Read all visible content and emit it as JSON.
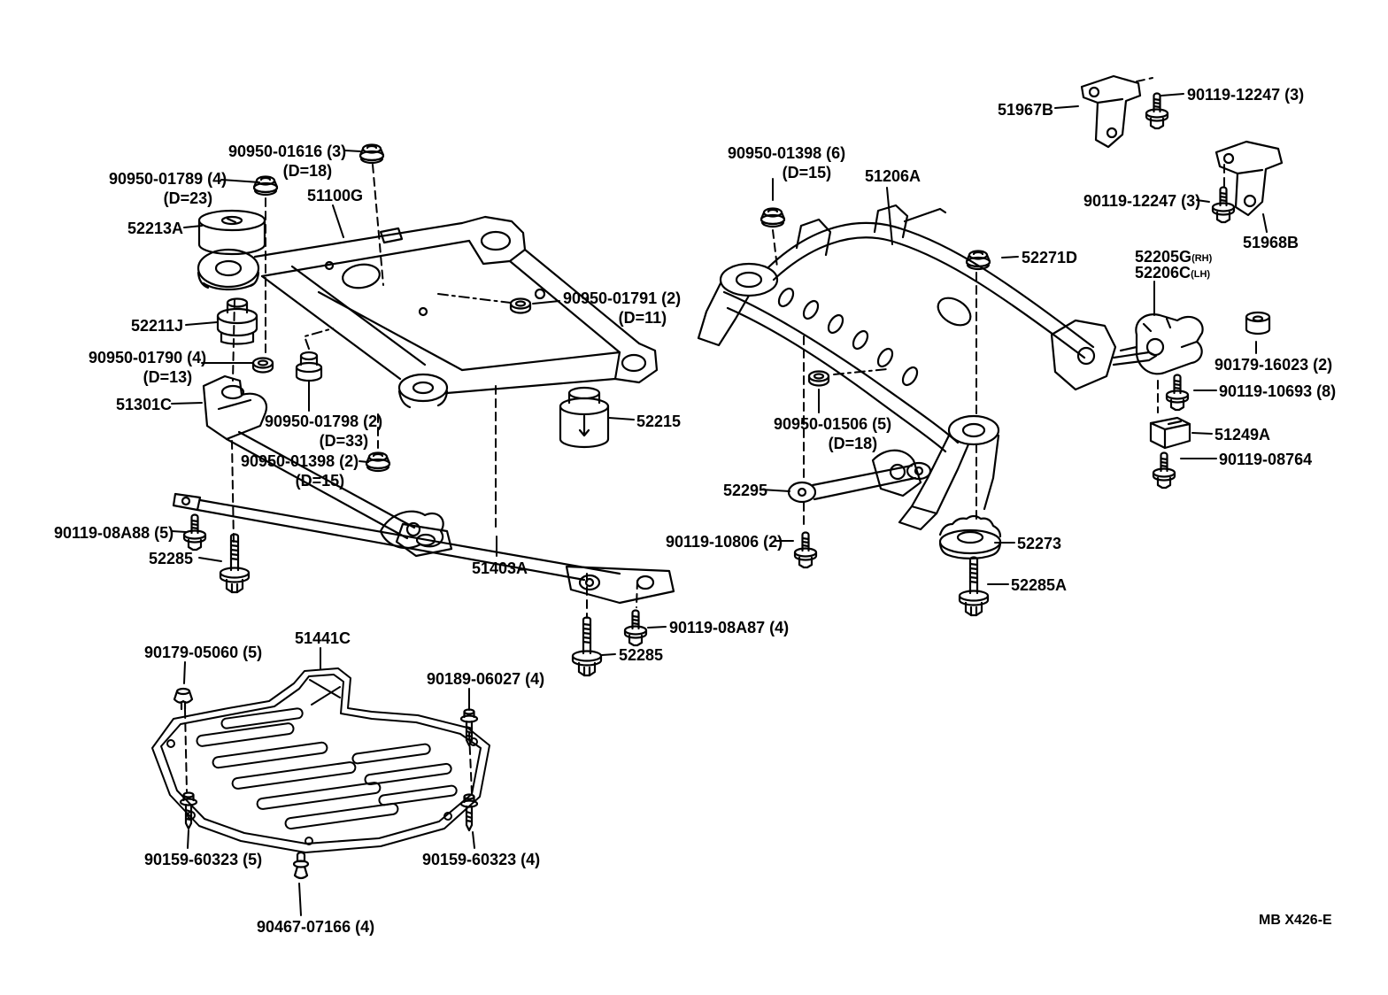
{
  "page": {
    "background": "#ffffff",
    "line_color": "#000000",
    "drawing_code": "MB X426-E",
    "description": "Suspension crossmember and engine under cover parts diagram"
  },
  "labels": [
    {
      "text": "90950-01616 (3)",
      "sub": "(D=18)"
    },
    {
      "text": "90950-01789 (4)",
      "sub": "(D=23)"
    },
    {
      "text": "52213A"
    },
    {
      "text": "51100G"
    },
    {
      "text": "52211J"
    },
    {
      "text": "90950-01790 (4)",
      "sub": "(D=13)"
    },
    {
      "text": "51301C"
    },
    {
      "text": "90950-01798 (2)",
      "sub": "(D=33)"
    },
    {
      "text": "90950-01398 (2)",
      "sub": "(D=15)"
    },
    {
      "text": "90950-01791 (2)",
      "sub": "(D=11)"
    },
    {
      "text": "52215"
    },
    {
      "text": "90119-08A88 (5)"
    },
    {
      "text": "52285"
    },
    {
      "text": "51403A"
    },
    {
      "text": "90119-08A87 (4)"
    },
    {
      "text": "52285"
    },
    {
      "text": "90179-05060 (5)"
    },
    {
      "text": "51441C"
    },
    {
      "text": "90189-06027 (4)"
    },
    {
      "text": "90159-60323 (5)"
    },
    {
      "text": "90159-60323 (4)"
    },
    {
      "text": "90467-07166 (4)"
    },
    {
      "text": "90950-01398 (6)",
      "sub": "(D=15)"
    },
    {
      "text": "51206A"
    },
    {
      "text": "51967B"
    },
    {
      "text": "90119-12247 (3)"
    },
    {
      "text": "90119-12247 (3)"
    },
    {
      "text": "51968B"
    },
    {
      "text": "52271D"
    },
    {
      "text": "52205G",
      "sfx": "(RH)"
    },
    {
      "text": "52206C",
      "sfx": "(LH)"
    },
    {
      "text": "90179-16023 (2)"
    },
    {
      "text": "90119-10693 (8)"
    },
    {
      "text": "51249A"
    },
    {
      "text": "90119-08764"
    },
    {
      "text": "90950-01506 (5)",
      "sub": "(D=18)"
    },
    {
      "text": "52295"
    },
    {
      "text": "90119-10806 (2)"
    },
    {
      "text": "52273"
    },
    {
      "text": "52285A"
    }
  ]
}
